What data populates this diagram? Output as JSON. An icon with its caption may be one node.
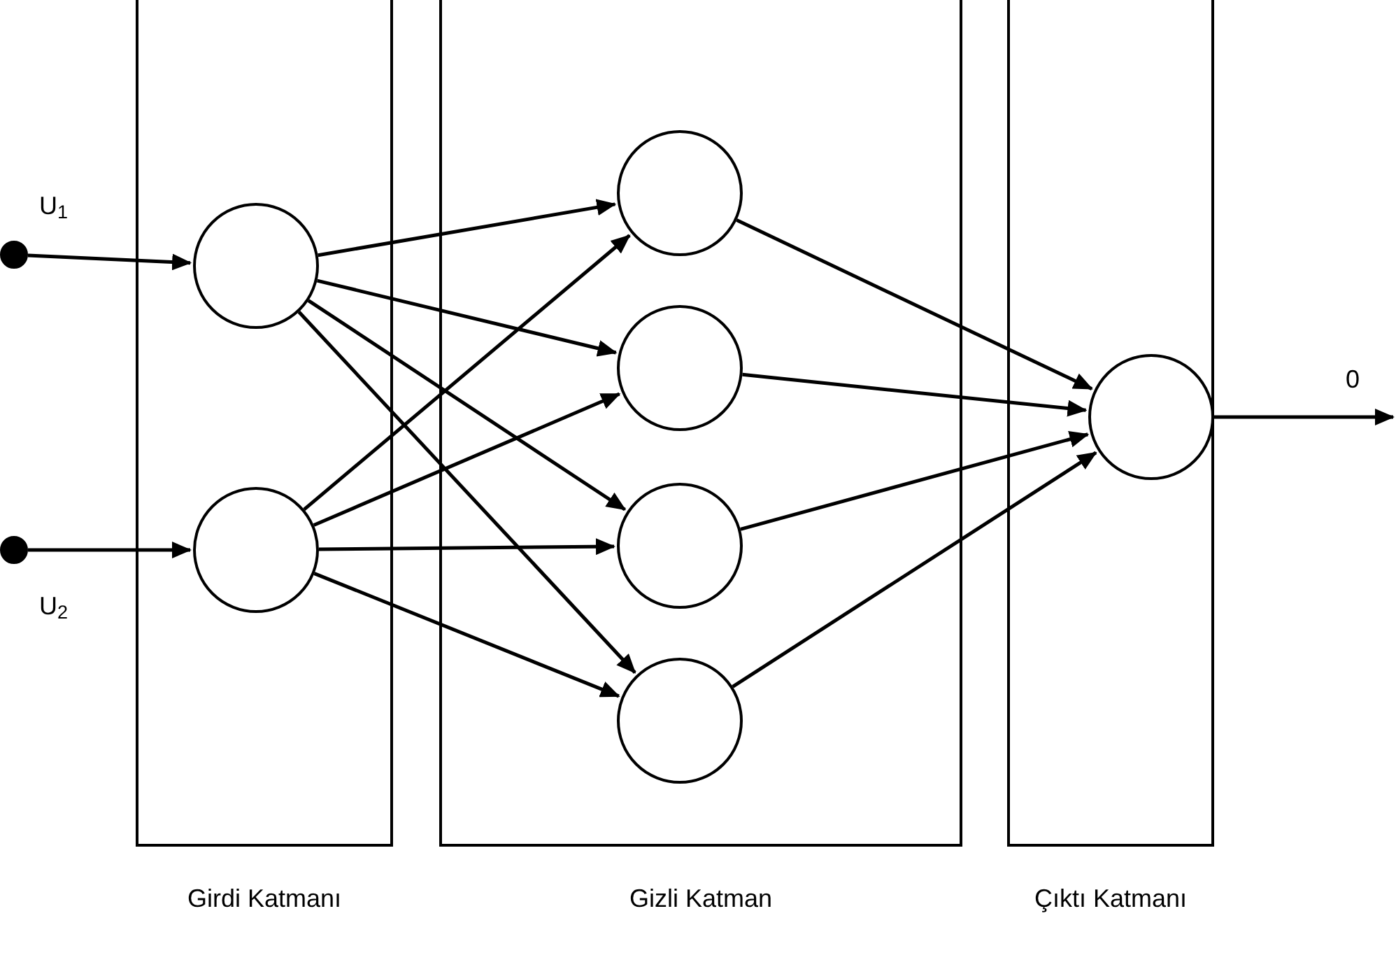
{
  "diagram": {
    "nodes": [
      {
        "text": [
          "Girdi Katmanı"
        ]
      },
      {
        "text": [
          "Gizli Katman"
        ]
      },
      {
        "text": [
          "Çıktı Katmanı"
        ]
      },
      {
        "text": [],
        "shape": "circle",
        "beside": [
          "U$_{1}$"
        ]
      },
      {
        "text": [],
        "shape": "circle",
        "beside": [
          "U$_{2}$"
        ]
      },
      {
        "text": [],
        "shape": "circle",
        "in": 0
      },
      {
        "text": [],
        "shape": "circle",
        "in": 0
      },
      {
        "text": [],
        "shape": "circle",
        "in": 1
      },
      {
        "text": [],
        "shape": "circle",
        "in": 1
      },
      {
        "text": [],
        "shape": "circle",
        "in": 1
      },
      {
        "text": [],
        "shape": "circle",
        "in": 1
      },
      {
        "text": [],
        "shape": "circle",
        "in": 2
      }
    ],
    "edges": [
      {
        "from": 3,
        "to": 5,
        "arrow": "to"
      },
      {
        "from": 4,
        "to": 6,
        "arrow": "to"
      },
      {
        "from": 5,
        "to": 7,
        "arrow": "to"
      },
      {
        "from": 5,
        "to": 8,
        "arrow": "to"
      },
      {
        "from": 5,
        "to": 9,
        "arrow": "to"
      },
      {
        "from": 5,
        "to": 10,
        "arrow": "to"
      },
      {
        "from": 6,
        "to": 7,
        "arrow": "to"
      },
      {
        "from": 6,
        "to": 8,
        "arrow": "to"
      },
      {
        "from": 6,
        "to": 9,
        "arrow": "to"
      },
      {
        "from": 6,
        "to": 10,
        "arrow": "to"
      },
      {
        "from": 7,
        "to": 11,
        "arrow": "to"
      },
      {
        "from": 8,
        "to": 11,
        "arrow": "to"
      },
      {
        "from": 9,
        "to": 11,
        "arrow": "to"
      },
      {
        "from": 10,
        "to": 11,
        "arrow": "to"
      },
      {
        "from": 11,
        "to": null,
        "arrow": "to",
        "label": "0"
      }
    ]
  }
}
